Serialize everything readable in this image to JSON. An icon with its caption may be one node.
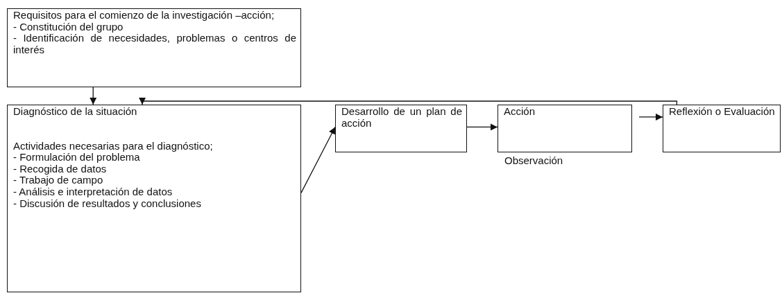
{
  "diagram": {
    "nodes": [
      {
        "text": [
          "Requisitos para el comienzo de la investigación –acción;",
          "- Constitución del grupo",
          "- Identificación de necesidades, problemas o centros de interés"
        ]
      },
      {
        "text": [
          "Diagnóstico de la situación",
          "Actividades necesarias para el diagnóstico;",
          "- Formulación del problema",
          "- Recogida de datos",
          "- Trabajo de campo",
          "- Análisis e interpretación de datos",
          "- Discusión de resultados y conclusiones"
        ]
      },
      {
        "text": [
          "Desarrollo de un plan de acción"
        ]
      },
      {
        "text": [
          "Acción"
        ],
        "beside": [
          "Observación"
        ]
      },
      {
        "text": [
          "Reflexión o Evaluación"
        ]
      }
    ],
    "edges": [
      {
        "from": 0,
        "to": 1,
        "arrow": "to"
      },
      {
        "from": 1,
        "to": 2,
        "arrow": "to"
      },
      {
        "from": 2,
        "to": 3,
        "arrow": "to"
      },
      {
        "from": 3,
        "to": 4,
        "arrow": "to"
      },
      {
        "from": 4,
        "to": 1,
        "arrow": "to"
      }
    ]
  }
}
